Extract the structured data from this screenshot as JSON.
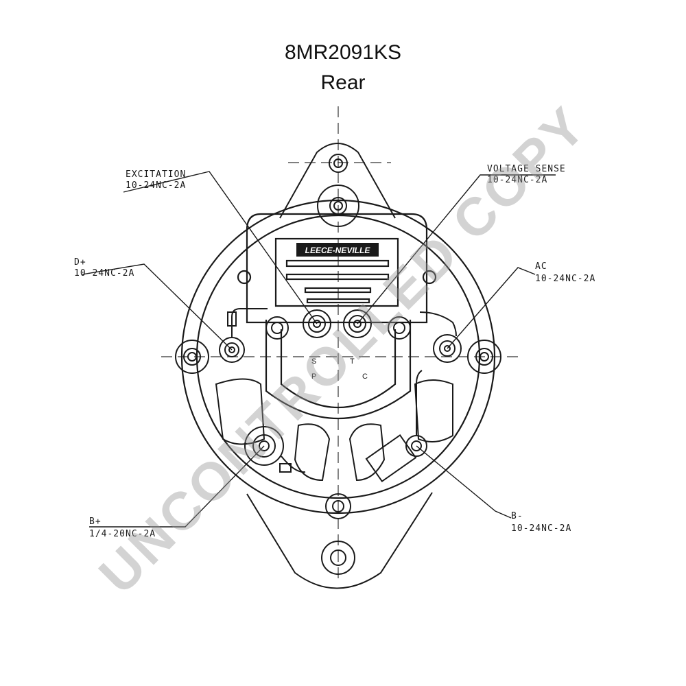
{
  "title": "8MR2091KS",
  "subtitle": "Rear",
  "brand": "LEECE-NEVILLE",
  "watermark": "UNCONTROLLED COPY",
  "terminals": {
    "excitation": {
      "name": "EXCITATION",
      "spec": "10-24NC-2A"
    },
    "voltage_sense": {
      "name": "VOLTAGE SENSE",
      "spec": "10-24NC-2A"
    },
    "d_plus": {
      "name": "D+",
      "spec": "10-24NC-2A"
    },
    "ac": {
      "name": "AC",
      "spec": "10-24NC-2A"
    },
    "b_plus": {
      "name": "B+",
      "spec": "1/4-20NC-2A"
    },
    "b_minus": {
      "name": "B-",
      "spec": "10-24NC-2A"
    }
  },
  "cover_marks": {
    "left": "S",
    "right": "T",
    "bottom_left": "P",
    "bottom_right": "C"
  },
  "colors": {
    "line": "#1a1a1a",
    "watermark": "#969696"
  }
}
